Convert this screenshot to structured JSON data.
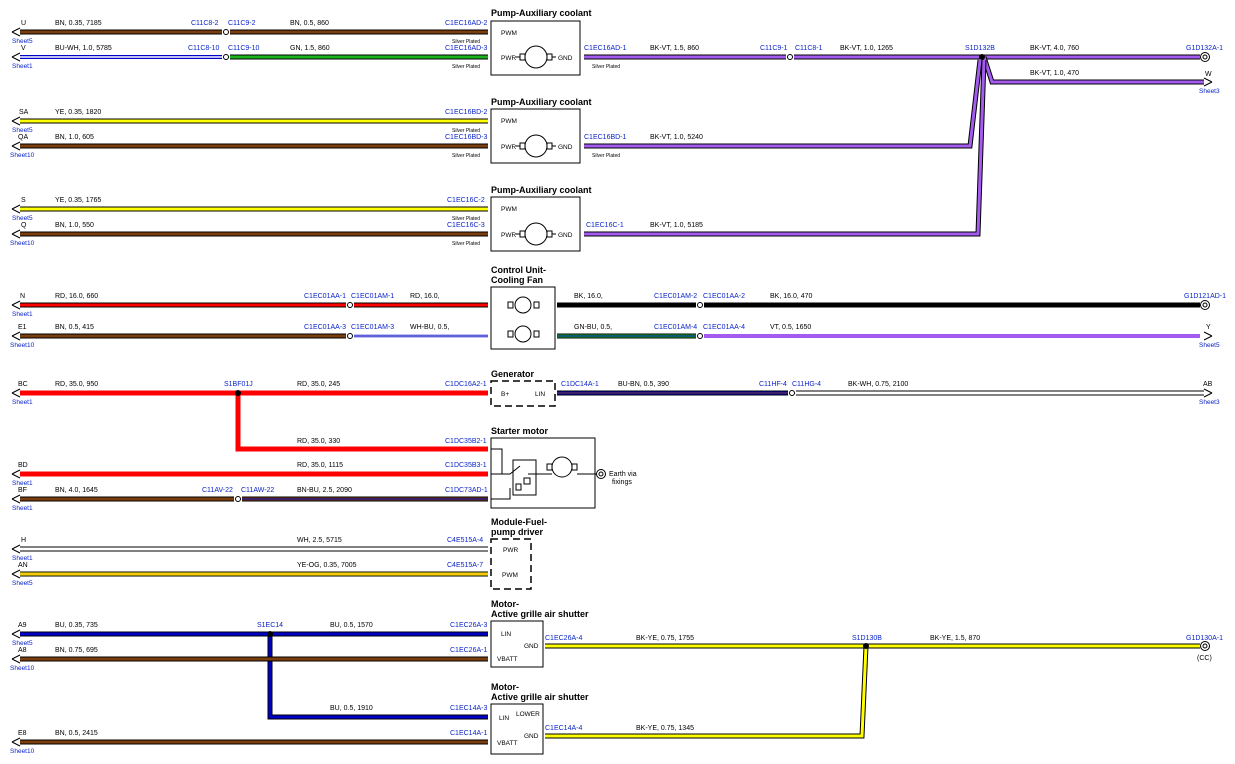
{
  "colors": {
    "BN": "#7a3d0d",
    "YE": "#ffff00",
    "RD": "#ff0000",
    "BK": "#000000",
    "WH": "#ffffff",
    "BU": "#0000c8",
    "GN": "#1bb31b",
    "VT": "#a45cf0",
    "OG": "#f7a51e",
    "connector_text": "#0b24c9"
  },
  "pumps": [
    {
      "title": "Pump-Auxiliary coolant",
      "pins": {
        "pwm": "PWM",
        "pwr": "PWR",
        "gnd": "GND"
      },
      "in1": {
        "id": "U",
        "sheet": "Sheet5",
        "wire": "BN, 0.35, 7185",
        "c1": "C11C8-2",
        "c2": "C11C9-2",
        "wire2": "BN, 0.5, 860",
        "conn": "C1EC16AD-2",
        "note": "Silver Plated"
      },
      "in2": {
        "id": "V",
        "sheet": "Sheet1",
        "wire": "BU-WH, 1.0, 5785",
        "c1": "C11C8-10",
        "c2": "C11C9-10",
        "wire2": "GN, 1.5, 860",
        "conn": "C1EC16AD-3",
        "note": "Silver Plated"
      },
      "out": {
        "conn": "C1EC16AD-1",
        "note": "Silver Plated",
        "wire": "BK-VT, 1.5, 860",
        "c1": "C11C9-1",
        "c2": "C11C8-1",
        "wire2": "BK-VT, 1.0, 1265"
      }
    },
    {
      "title": "Pump-Auxiliary coolant",
      "pins": {
        "pwm": "PWM",
        "pwr": "PWR",
        "gnd": "GND"
      },
      "in1": {
        "id": "SA",
        "sheet": "Sheet5",
        "wire": "YE, 0.35, 1820",
        "conn": "C1EC16BD-2",
        "note": "Silver Plated"
      },
      "in2": {
        "id": "QA",
        "sheet": "Sheet10",
        "wire": "BN, 1.0, 605",
        "conn": "C1EC16BD-3",
        "note": "Silver Plated"
      },
      "out": {
        "conn": "C1EC16BD-1",
        "note": "Silver Plated",
        "wire": "BK-VT, 1.0, 5240"
      }
    },
    {
      "title": "Pump-Auxiliary coolant",
      "pins": {
        "pwm": "PWM",
        "pwr": "PWR",
        "gnd": "GND"
      },
      "in1": {
        "id": "S",
        "sheet": "Sheet5",
        "wire": "YE, 0.35, 1765",
        "conn": "C1EC16C-2",
        "note": "Silver Plated"
      },
      "in2": {
        "id": "Q",
        "sheet": "Sheet10",
        "wire": "BN, 1.0, 550",
        "conn": "C1EC16C-3",
        "note": "Silver Plated"
      },
      "out": {
        "conn": "C1EC16C-1",
        "wire": "BK-VT, 1.0, 5185"
      }
    }
  ],
  "splice_top": {
    "label": "S1D132B",
    "wire_a": "BK-VT, 4.0, 760",
    "end_a": "G1D132A-1",
    "wire_b": "BK-VT, 1.0, 470",
    "end_b_id": "W",
    "end_b_sheet": "Sheet3"
  },
  "fan": {
    "title1": "Control Unit-",
    "title2": "Cooling Fan",
    "in1": {
      "id": "N",
      "sheet": "Sheet1",
      "wire": "RD, 16.0, 660",
      "c1": "C1EC01AA-1",
      "c2": "C1EC01AM-1",
      "wire2": "RD, 16.0,"
    },
    "in2": {
      "id": "E1",
      "sheet": "Sheet10",
      "wire": "BN, 0.5, 415",
      "c1": "C1EC01AA-3",
      "c2": "C1EC01AM-3",
      "wire2": "WH-BU, 0.5,"
    },
    "out1": {
      "wire": "BK, 16.0,",
      "c1": "C1EC01AM-2",
      "c2": "C1EC01AA-2",
      "wire2": "BK, 16.0, 470",
      "end": "G1D121AD-1"
    },
    "out2": {
      "wire": "GN-BU, 0.5,",
      "c1": "C1EC01AM-4",
      "c2": "C1EC01AA-4",
      "wire2": "VT, 0.5, 1650",
      "end_id": "Y",
      "end_sheet": "Sheet5"
    }
  },
  "generator": {
    "title": "Generator",
    "in": {
      "id": "BC",
      "sheet": "Sheet1",
      "wire": "RD, 35.0, 950",
      "splice": "S1BF01J",
      "wire2": "RD, 35.0, 245",
      "conn": "C1DC16A2-1"
    },
    "pin_bplus": "B+",
    "pin_lin": "LIN",
    "out": {
      "conn": "C1DC14A-1",
      "wire": "BU-BN, 0.5, 390",
      "c1": "C11HF-4",
      "c2": "C11HG-4",
      "wire2": "BK-WH, 0.75, 2100",
      "end_id": "AB",
      "end_sheet": "Sheet3"
    }
  },
  "starter": {
    "title": "Starter motor",
    "branch": {
      "wire": "RD, 35.0, 330",
      "conn": "C1DC35B2-1"
    },
    "in2": {
      "id": "BD",
      "sheet": "Sheet1",
      "wire": "RD, 35.0, 1115",
      "conn": "C1DC35B3-1"
    },
    "in3": {
      "id": "BF",
      "sheet": "Sheet1",
      "wire": "BN, 4.0, 1645",
      "c1": "C11AV-22",
      "c2": "C11AW-22",
      "wire2": "BN-BU, 2.5, 2090",
      "conn": "C1DC73AD-1"
    },
    "earth1": "Earth via",
    "earth2": "fixings"
  },
  "fuel": {
    "title1": "Module-Fuel-",
    "title2": "pump driver",
    "in1": {
      "id": "H",
      "sheet": "Sheet1",
      "wire": "WH, 2.5, 5715",
      "conn": "C4E515A-4",
      "pin": "PWR"
    },
    "in2": {
      "id": "AN",
      "sheet": "Sheet5",
      "wire": "YE-OG, 0.35, 7005",
      "conn": "C4E515A-7",
      "pin": "PWM"
    }
  },
  "shutter1": {
    "title1": "Motor-",
    "title2": "Active grille air shutter",
    "in1": {
      "id": "A9",
      "sheet": "Sheet5",
      "wire": "BU, 0.35, 735",
      "splice": "S1EC14",
      "wire2": "BU, 0.5, 1570",
      "conn": "C1EC26A-3",
      "pin": "LIN"
    },
    "in2": {
      "id": "A8",
      "sheet": "Sheet10",
      "wire": "BN, 0.75, 695",
      "conn": "C1EC26A-1",
      "pin": "VBATT"
    },
    "gnd": "GND",
    "out": {
      "conn": "C1EC26A-4",
      "wire": "BK-YE, 0.75, 1755",
      "splice": "S1D130B",
      "wire2": "BK-YE, 1.5, 870",
      "end": "G1D130A-1",
      "end_note": "(CC)"
    }
  },
  "shutter2": {
    "title1": "Motor-",
    "title2": "Active grille air shutter",
    "in1": {
      "wire": "BU, 0.5, 1910",
      "conn": "C1EC14A-3",
      "pin": "LIN",
      "pin2": "LOWER"
    },
    "in2": {
      "id": "E8",
      "sheet": "Sheet10",
      "wire": "BN, 0.5, 2415",
      "conn": "C1EC14A-1",
      "pin": "VBATT"
    },
    "gnd": "GND",
    "out": {
      "conn": "C1EC14A-4",
      "wire": "BK-YE, 0.75, 1345"
    }
  }
}
